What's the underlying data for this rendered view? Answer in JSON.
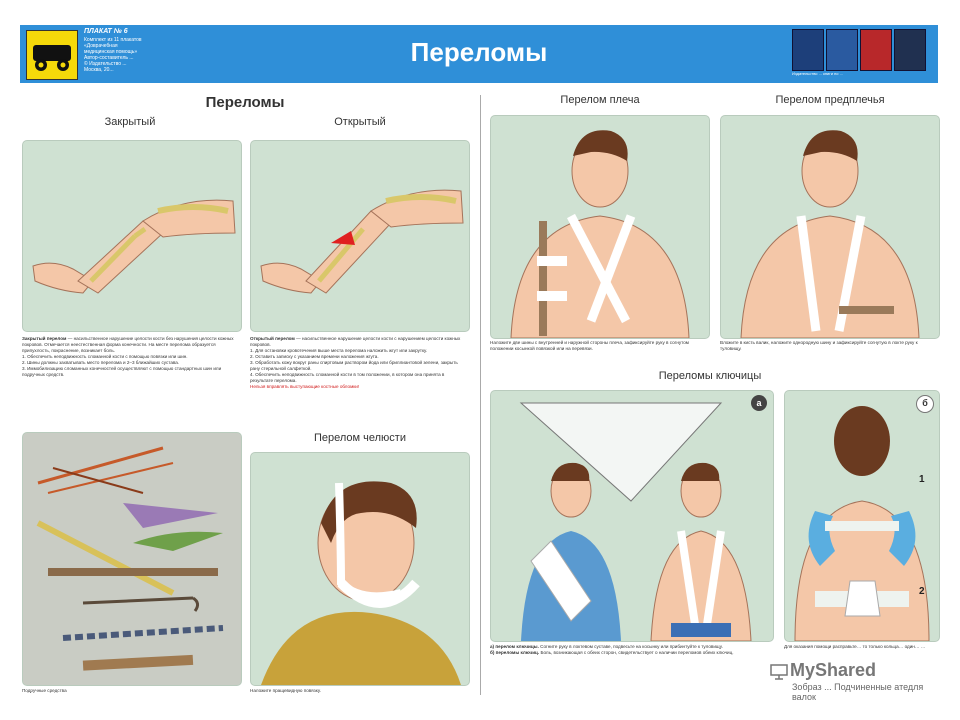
{
  "header": {
    "plakat": "ПЛАКАТ № 6",
    "small_lines": [
      "Комплект из 11 плакатов",
      "«Доврачебная",
      "медицинская помощь»",
      "Автор-составитель ...",
      "© Издательство ...",
      "Москва, 20..."
    ],
    "title": "Переломы",
    "covers_caption": "Издательство ... книги по ..."
  },
  "left": {
    "main_title": "Переломы",
    "closed_label": "Закрытый",
    "open_label": "Открытый",
    "closed_caption": {
      "term": "Закрытый перелом",
      "lines": [
        "— насильственное нарушение целости кости без нарушения целости кожных покровов. Отмечается неестественная форма",
        "конечности. На месте перелома образуется припухлость, покраснение, возникает боль.",
        "1. Обеспечить неподвижность сломанной кости с помощью повязки или шин.",
        "2. Шины должны захватывать место перелома и 2–3 ближайших сустава.",
        "3. Иммобилизацию сломанных конечностей осуществляют с помощью стандартных шин или подручных средств."
      ]
    },
    "open_caption": {
      "term": "Открытый перелом",
      "lines": [
        "— насильственное нарушение целости кости с нарушением целости кожных покровов.",
        "1. Для остановки кровотечения выше места перелома наложить жгут или закрутку.",
        "2. Оставить записку с указанием времени наложения жгута.",
        "3. Обработать кожу вокруг раны спиртовым раствором йода или бриллиантовой зелени, закрыть рану стерильной салфеткой.",
        "4. Обеспечить неподвижность сломанной кости в том положении, в котором она принята в результате перелома."
      ],
      "warning": "Нельзя вправлять выступающие костные обломки!"
    },
    "tools_caption": "Подручные средства",
    "jaw_title": "Перелом челюсти",
    "jaw_caption": "Наложите пращевидную повязку."
  },
  "right": {
    "shoulder_title": "Перелом плеча",
    "forearm_title": "Перелом предплечья",
    "shoulder_caption": "Наложите две шины с внутренней и наружной стороны плеча, зафиксируйте руку в согнутом положении косынкой повязкой или на перевязи.",
    "forearm_caption": "Вложите в кисть валик, наложите однородную шину и зафиксируйте согнутую в локте руку к туловищу.",
    "clavicle_title": "Переломы ключицы",
    "clavicle_caption_a_term": "а) перелом ключицы.",
    "clavicle_caption_a": "Согните руку в локтевом суставе, подвесьте на косынку или прибинтуйте к туловищу.",
    "clavicle_caption_b_term": "б) переломы ключиц.",
    "clavicle_caption_b": "Боль, возникающая с обеих сторон, свидетельствует о наличии переломов обеих ключиц.",
    "back_caption": "Для оказания помощи расправьте… то только кольца… один… …",
    "marker_a": "а",
    "marker_b": "б",
    "label_1": "1",
    "label_2": "2"
  },
  "watermark": {
    "brand": "MyShared",
    "sub": "Зобраз ... Подчиненные атедля валок"
  }
}
